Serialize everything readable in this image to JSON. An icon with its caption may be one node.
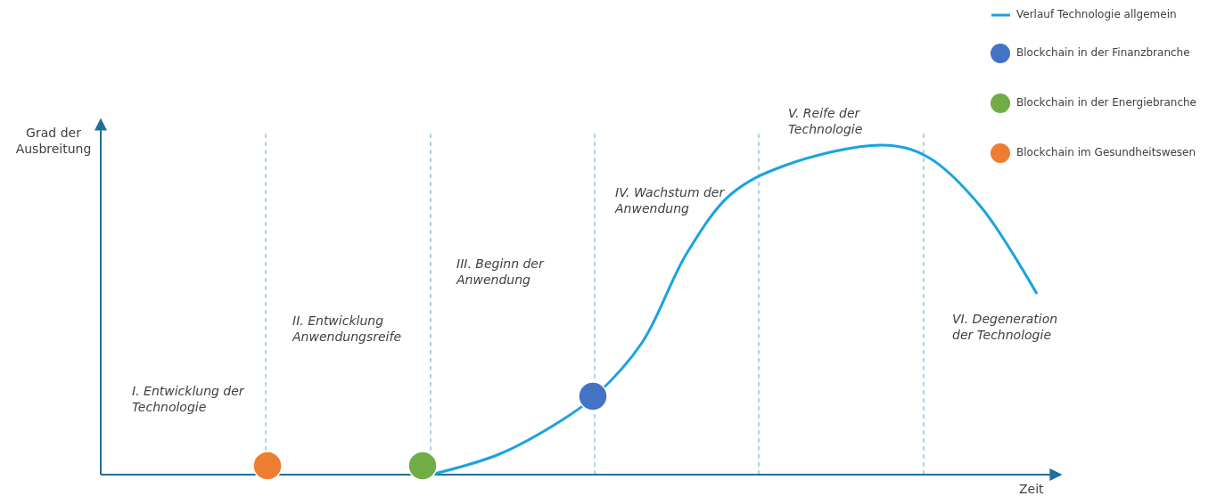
{
  "diagram": {
    "labels": [
      "Grad der Ausbreitung",
      "I. Entwicklung der Technologie",
      "II. Entwicklung Anwendungsreife",
      "III. Beginn der Anwendung",
      "IV. Wachstum der Anwendung",
      "V. Reife der Technologie",
      "VI. Degeneration der Technologie",
      "Zeit"
    ],
    "legend": [
      {
        "text": "Verlauf Technologie allgemein"
      },
      {
        "text": "Blockchain in der Finanzbranche",
        "color": "#4472c4"
      },
      {
        "text": "Blockchain in der Energiebranche",
        "color": "#70ad47"
      },
      {
        "text": "Blockchain im Gesundheitswesen",
        "color": "#ed7d31"
      }
    ]
  }
}
